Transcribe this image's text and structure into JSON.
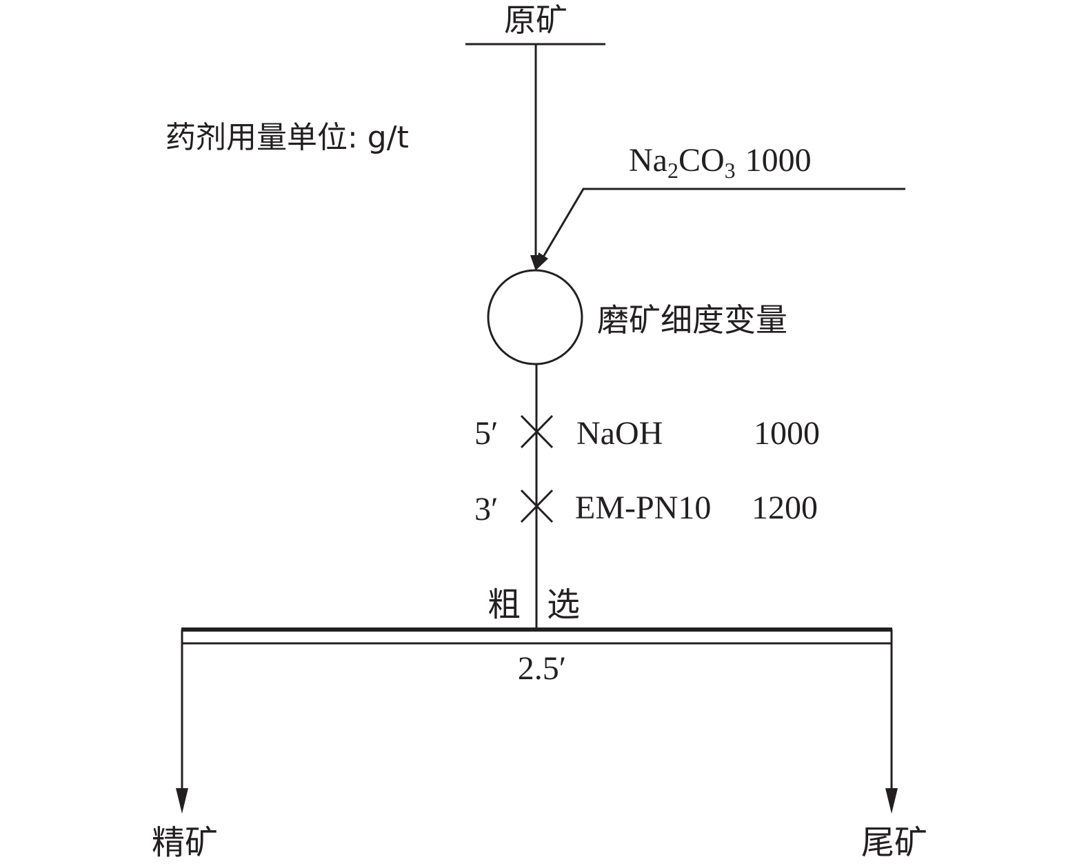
{
  "feed": {
    "label": "原矿"
  },
  "dosage_note": {
    "label": "药剂用量单位: g/t"
  },
  "reagent_na2co3": {
    "formula_main": "Na",
    "sub_1": "2",
    "formula_mid": "CO",
    "sub_2": "3",
    "dose": "1000"
  },
  "grinding": {
    "label": "磨矿细度变量"
  },
  "reagents": [
    {
      "time": "5′",
      "name": "NaOH",
      "dose": "1000"
    },
    {
      "time": "3′",
      "name": "EM-PN10",
      "dose": "1200"
    }
  ],
  "rougher": {
    "label_left": "粗",
    "label_right": "选",
    "time": "2.5′"
  },
  "outputs": {
    "concentrate": "精矿",
    "tailings": "尾矿"
  },
  "colors": {
    "ink": "#231f20",
    "background": "#ffffff"
  }
}
